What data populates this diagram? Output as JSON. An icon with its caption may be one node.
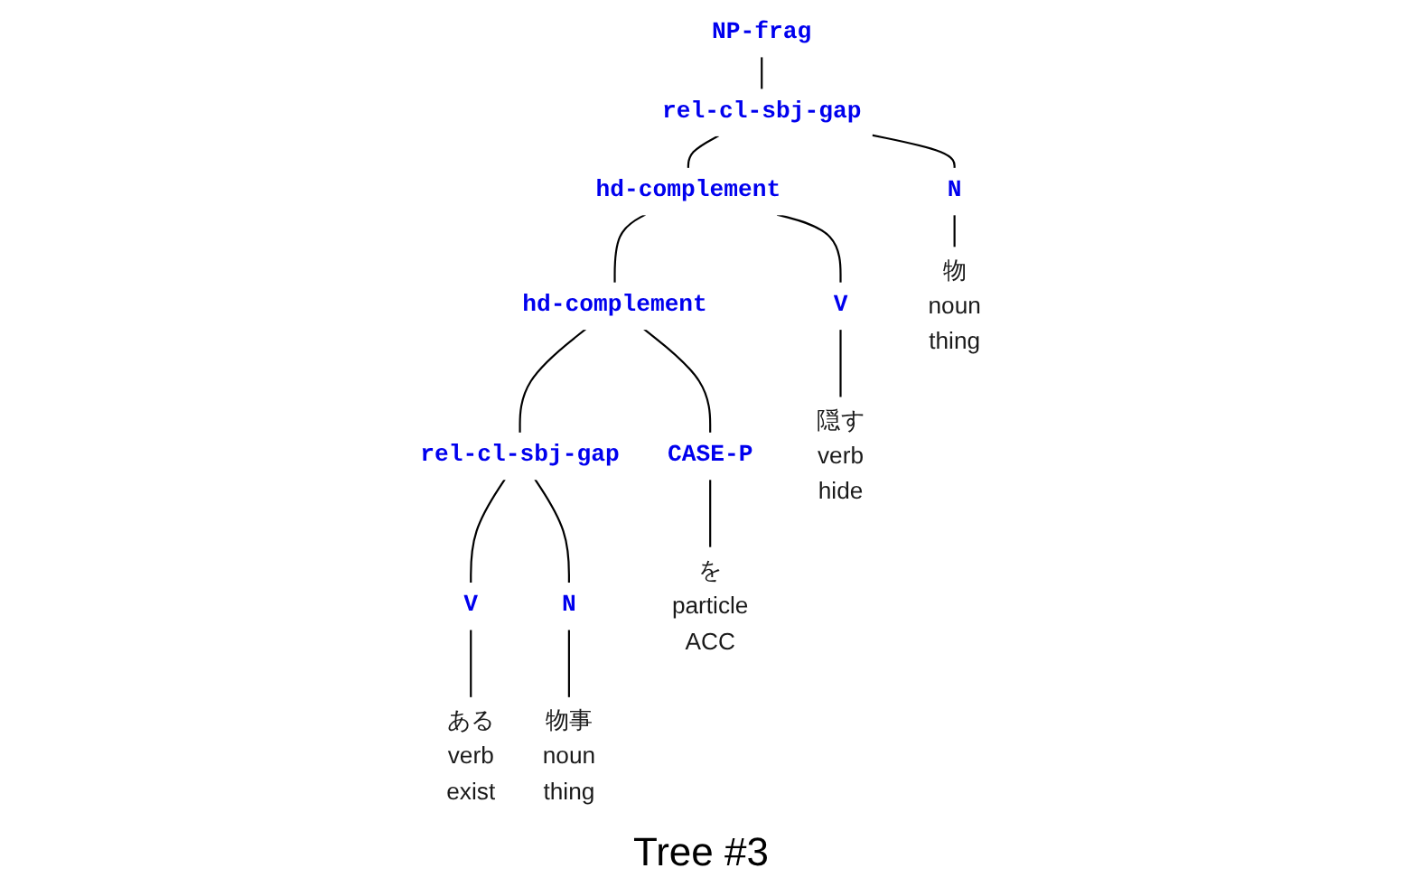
{
  "diagram": {
    "caption": "Tree #3",
    "nodes": [
      {
        "text": [
          "NP-frag"
        ]
      },
      {
        "text": [
          "rel-cl-sbj-gap"
        ]
      },
      {
        "text": [
          "hd-complement"
        ]
      },
      {
        "text": [
          "N"
        ]
      },
      {
        "text": [
          "hd-complement"
        ]
      },
      {
        "text": [
          "V"
        ]
      },
      {
        "text": [
          "rel-cl-sbj-gap"
        ]
      },
      {
        "text": [
          "CASE-P"
        ]
      },
      {
        "text": [
          "V"
        ]
      },
      {
        "text": [
          "N"
        ]
      },
      {
        "text": [
          "ある",
          "verb",
          "exist"
        ]
      },
      {
        "text": [
          "物事",
          "noun",
          "thing"
        ]
      },
      {
        "text": [
          "を",
          "particle",
          "ACC"
        ]
      },
      {
        "text": [
          "隠す",
          "verb",
          "hide"
        ]
      },
      {
        "text": [
          "物",
          "noun",
          "thing"
        ]
      }
    ],
    "edges": [
      {
        "from": 0,
        "to": 1,
        "arrow": "none"
      },
      {
        "from": 1,
        "to": 2,
        "arrow": "none"
      },
      {
        "from": 1,
        "to": 3,
        "arrow": "none"
      },
      {
        "from": 2,
        "to": 4,
        "arrow": "none"
      },
      {
        "from": 2,
        "to": 5,
        "arrow": "none"
      },
      {
        "from": 4,
        "to": 6,
        "arrow": "none"
      },
      {
        "from": 4,
        "to": 7,
        "arrow": "none"
      },
      {
        "from": 6,
        "to": 8,
        "arrow": "none"
      },
      {
        "from": 6,
        "to": 9,
        "arrow": "none"
      },
      {
        "from": 8,
        "to": 10,
        "arrow": "none"
      },
      {
        "from": 9,
        "to": 11,
        "arrow": "none"
      },
      {
        "from": 7,
        "to": 12,
        "arrow": "none"
      },
      {
        "from": 5,
        "to": 13,
        "arrow": "none"
      },
      {
        "from": 3,
        "to": 14,
        "arrow": "none"
      }
    ]
  }
}
